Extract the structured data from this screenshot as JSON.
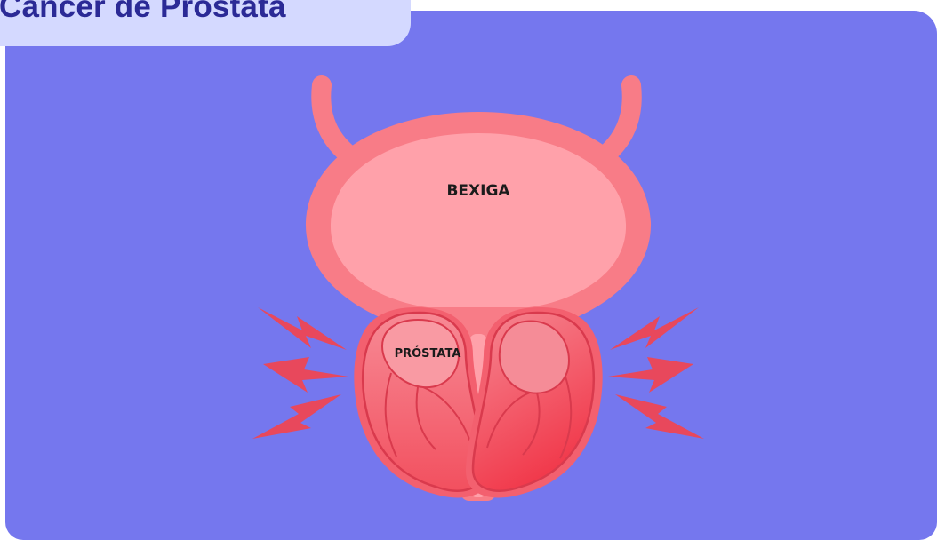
{
  "header": {
    "title": "Cancer de Prostata"
  },
  "labels": {
    "bladder": "BEXIGA",
    "prostate": "PRÓSTATA"
  },
  "colors": {
    "background": "#7577ee",
    "title_tab": "#d4d9ff",
    "title_text": "#2b2a96",
    "bladder_outer": "#f87c87",
    "bladder_inner": "#ffa1aa",
    "prostate": "#f3606f",
    "pain_marks": "#e8485c"
  }
}
